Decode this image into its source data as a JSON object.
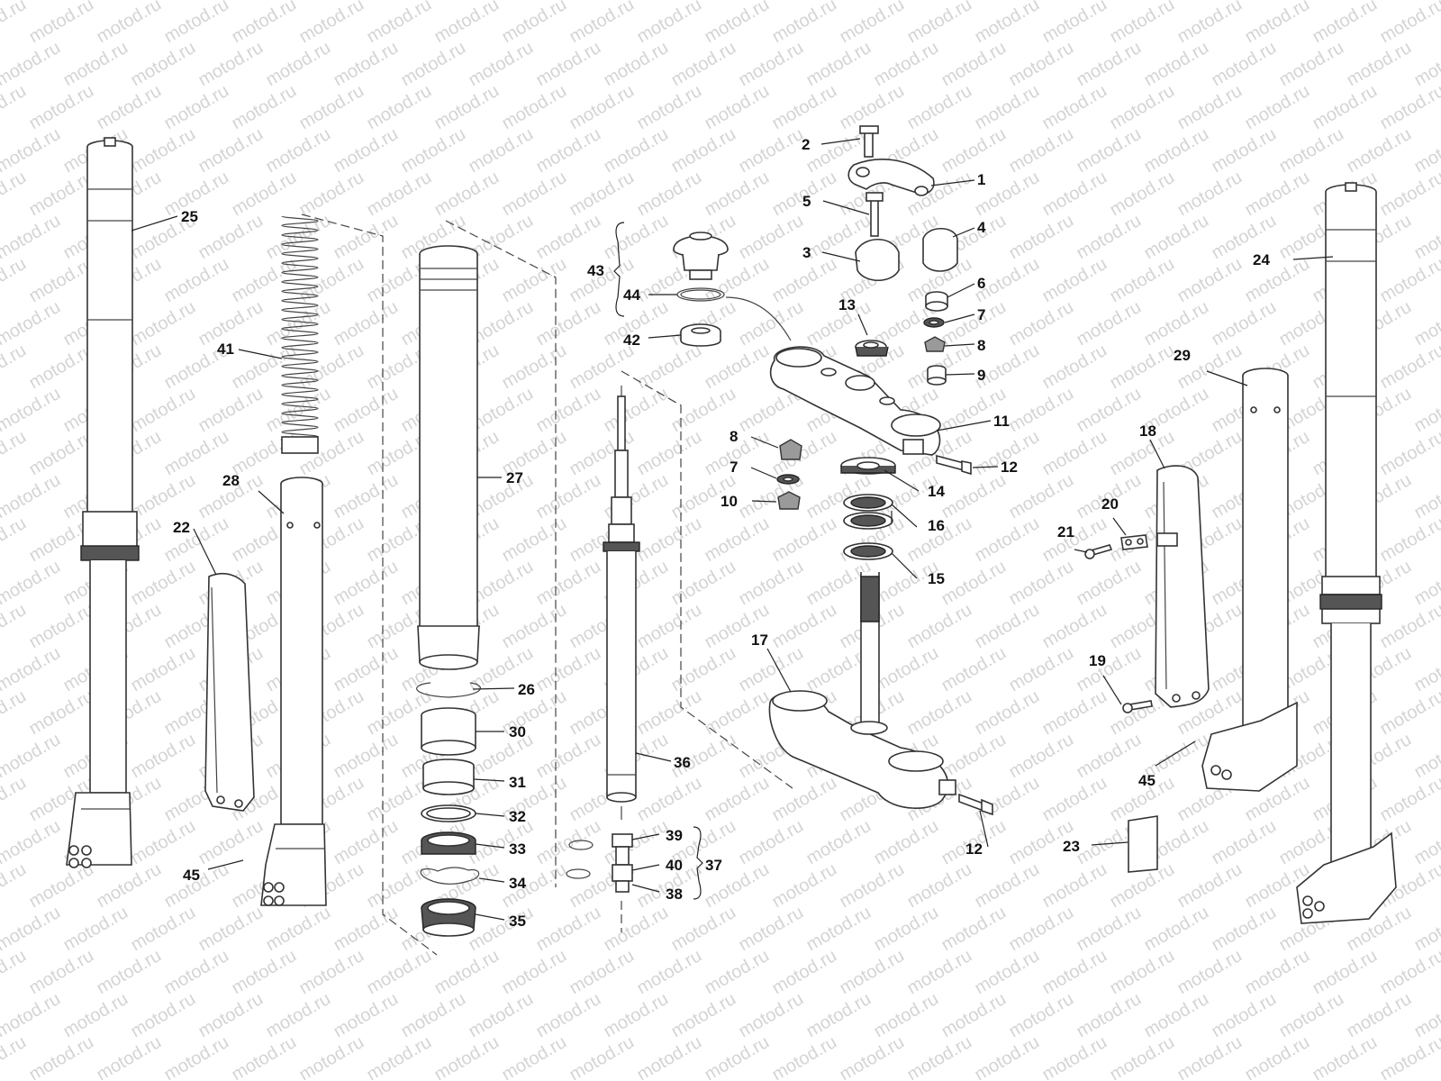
{
  "watermark": {
    "text": "motod.ru"
  },
  "labels": [
    {
      "id": "1",
      "text": "1"
    },
    {
      "id": "2",
      "text": "2"
    },
    {
      "id": "3",
      "text": "3"
    },
    {
      "id": "4",
      "text": "4"
    },
    {
      "id": "5",
      "text": "5"
    },
    {
      "id": "6",
      "text": "6"
    },
    {
      "id": "7a",
      "text": "7"
    },
    {
      "id": "8a",
      "text": "8"
    },
    {
      "id": "9",
      "text": "9"
    },
    {
      "id": "11",
      "text": "11"
    },
    {
      "id": "12a",
      "text": "12"
    },
    {
      "id": "13",
      "text": "13"
    },
    {
      "id": "8b",
      "text": "8"
    },
    {
      "id": "7b",
      "text": "7"
    },
    {
      "id": "10",
      "text": "10"
    },
    {
      "id": "14",
      "text": "14"
    },
    {
      "id": "16",
      "text": "16"
    },
    {
      "id": "15",
      "text": "15"
    },
    {
      "id": "17",
      "text": "17"
    },
    {
      "id": "12b",
      "text": "12"
    },
    {
      "id": "43",
      "text": "43"
    },
    {
      "id": "44",
      "text": "44"
    },
    {
      "id": "42",
      "text": "42"
    },
    {
      "id": "25",
      "text": "25"
    },
    {
      "id": "41",
      "text": "41"
    },
    {
      "id": "28",
      "text": "28"
    },
    {
      "id": "22",
      "text": "22"
    },
    {
      "id": "45a",
      "text": "45"
    },
    {
      "id": "27",
      "text": "27"
    },
    {
      "id": "26",
      "text": "26"
    },
    {
      "id": "30",
      "text": "30"
    },
    {
      "id": "31",
      "text": "31"
    },
    {
      "id": "32",
      "text": "32"
    },
    {
      "id": "33",
      "text": "33"
    },
    {
      "id": "34",
      "text": "34"
    },
    {
      "id": "35",
      "text": "35"
    },
    {
      "id": "36",
      "text": "36"
    },
    {
      "id": "39",
      "text": "39"
    },
    {
      "id": "40",
      "text": "40"
    },
    {
      "id": "37",
      "text": "37"
    },
    {
      "id": "38",
      "text": "38"
    },
    {
      "id": "24",
      "text": "24"
    },
    {
      "id": "29",
      "text": "29"
    },
    {
      "id": "18",
      "text": "18"
    },
    {
      "id": "20",
      "text": "20"
    },
    {
      "id": "21",
      "text": "21"
    },
    {
      "id": "19",
      "text": "19"
    },
    {
      "id": "45b",
      "text": "45"
    },
    {
      "id": "23",
      "text": "23"
    }
  ]
}
